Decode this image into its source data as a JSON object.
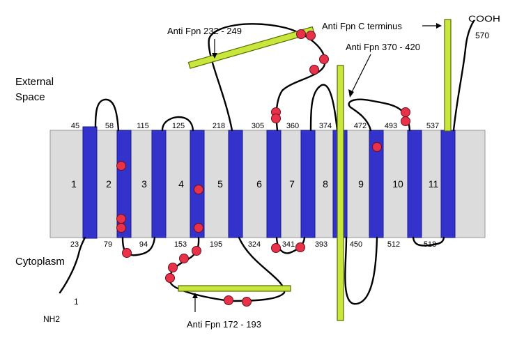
{
  "labels": {
    "external": [
      "External",
      "Space"
    ],
    "cytoplasm": "Cytoplasm",
    "n_terminus": "NH2",
    "n_terminus_residue": "1",
    "c_terminus": "COOH",
    "c_terminus_residue": "570"
  },
  "segments": [
    "1",
    "2",
    "3",
    "4",
    "5",
    "6",
    "7",
    "8",
    "9",
    "10",
    "11"
  ],
  "residues_top": [
    "45",
    "58",
    "115",
    "125",
    "218",
    "305",
    "360",
    "374",
    "472",
    "493",
    "537"
  ],
  "residues_bottom": [
    "23",
    "79",
    "94",
    "153",
    "195",
    "324",
    "341",
    "393",
    "450",
    "512",
    "518"
  ],
  "antibodies": {
    "ab_232_249": "Anti Fpn 232 - 249",
    "ab_c_terminus": "Anti Fpn C terminus",
    "ab_370_420": "Anti Fpn 370 - 420",
    "ab_172_193": "Anti Fpn 172 - 193"
  },
  "colors": {
    "helix": "#3333cc",
    "membrane": "#dcdcdc",
    "antibody": "#c8e63c",
    "site": "#e8324a"
  }
}
